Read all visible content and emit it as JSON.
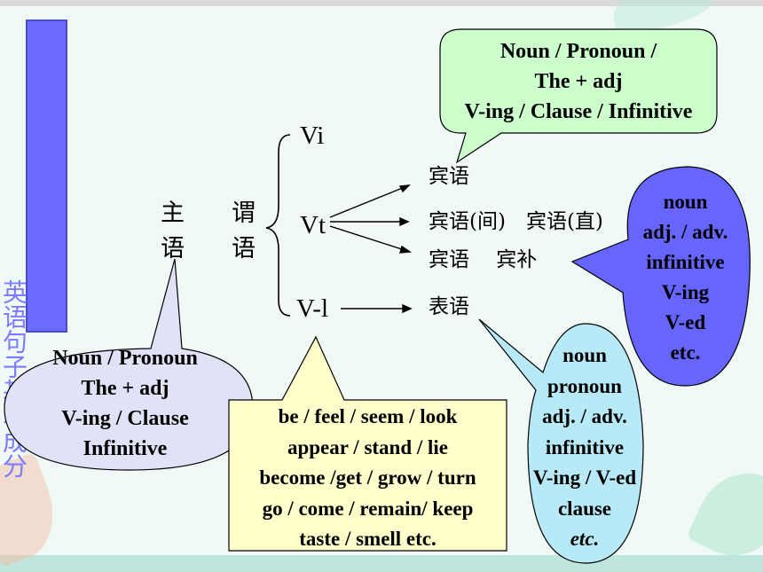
{
  "title_vertical": [
    "英语句子基本成分"
  ],
  "subject": [
    "主",
    "语"
  ],
  "predicate": [
    "谓",
    "语"
  ],
  "verbs": {
    "vi": "Vi",
    "vt": "Vt",
    "vl": "V-l"
  },
  "objects": {
    "object": "宾语",
    "indirect_direct": "宾语(间)　宾语(直)",
    "object_complement": "宾语　 宾补",
    "predicative": "表语"
  },
  "callouts": {
    "top_object": [
      "Noun / Pronoun /",
      "The + adj",
      "V-ing / Clause / Infinitive"
    ],
    "subject": [
      "Noun / Pronoun",
      "The + adj",
      "V-ing / Clause",
      "Infinitive"
    ],
    "linking_verbs": [
      "be / feel / seem / look",
      "appear / stand / lie",
      "become /get / grow / turn",
      "go / come / remain/ keep",
      "taste / smell  etc."
    ],
    "complement": [
      "noun",
      "adj. / adv.",
      "infinitive",
      "V-ing",
      "V-ed",
      "etc."
    ],
    "predicative": [
      "noun",
      "pronoun",
      "adj. / adv.",
      "infinitive",
      "V-ing / V-ed",
      "clause",
      "etc."
    ]
  },
  "colors": {
    "green_bubble": "#ccffcc",
    "purple_bubble": "#6666ff",
    "lilac_bubble": "#e1e1f7",
    "yellow_box": "#ffffcc",
    "cyan_bubble": "#b7e9f7"
  }
}
